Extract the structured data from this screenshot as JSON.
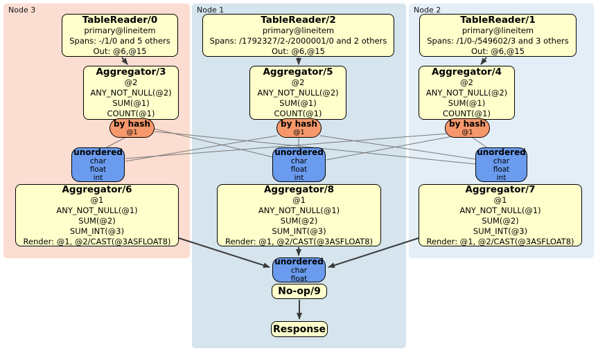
{
  "nodes": [
    {
      "label": "Node 3",
      "table_reader": {
        "title": "TableReader/0",
        "index": "primary@lineitem",
        "spans": "Spans: -/1/0 and 5 others",
        "out": "Out: @6,@15"
      },
      "aggregator_top": {
        "title": "Aggregator/3",
        "group": "@2",
        "agg1": "ANY_NOT_NULL(@2)",
        "agg2": "SUM(@1)",
        "agg3": "COUNT(@1)"
      },
      "router": {
        "label": "by hash",
        "arg": "@1"
      },
      "sync": {
        "label": "unordered",
        "col1": "char",
        "col2": "float",
        "col3": "int"
      },
      "aggregator_bottom": {
        "title": "Aggregator/6",
        "group": "@1",
        "agg1": "ANY_NOT_NULL(@1)",
        "agg2": "SUM(@2)",
        "agg3": "SUM_INT(@3)",
        "render": "Render: @1, @2/CAST(@3ASFLOAT8)"
      }
    },
    {
      "label": "Node 1",
      "table_reader": {
        "title": "TableReader/2",
        "index": "primary@lineitem",
        "spans": "Spans: /1792327/2-/2000001/0 and 2 others",
        "out": "Out: @6,@15"
      },
      "aggregator_top": {
        "title": "Aggregator/5",
        "group": "@2",
        "agg1": "ANY_NOT_NULL(@2)",
        "agg2": "SUM(@1)",
        "agg3": "COUNT(@1)"
      },
      "router": {
        "label": "by hash",
        "arg": "@1"
      },
      "sync": {
        "label": "unordered",
        "col1": "char",
        "col2": "float",
        "col3": "int"
      },
      "aggregator_bottom": {
        "title": "Aggregator/8",
        "group": "@1",
        "agg1": "ANY_NOT_NULL(@1)",
        "agg2": "SUM(@2)",
        "agg3": "SUM_INT(@3)",
        "render": "Render: @1, @2/CAST(@3ASFLOAT8)"
      }
    },
    {
      "label": "Node 2",
      "table_reader": {
        "title": "TableReader/1",
        "index": "primary@lineitem",
        "spans": "Spans: /1/0-/549602/3 and 3 others",
        "out": "Out: @6,@15"
      },
      "aggregator_top": {
        "title": "Aggregator/4",
        "group": "@2",
        "agg1": "ANY_NOT_NULL(@2)",
        "agg2": "SUM(@1)",
        "agg3": "COUNT(@1)"
      },
      "router": {
        "label": "by hash",
        "arg": "@1"
      },
      "sync": {
        "label": "unordered",
        "col1": "char",
        "col2": "float",
        "col3": "int"
      },
      "aggregator_bottom": {
        "title": "Aggregator/7",
        "group": "@1",
        "agg1": "ANY_NOT_NULL(@1)",
        "agg2": "SUM(@2)",
        "agg3": "SUM_INT(@3)",
        "render": "Render: @1, @2/CAST(@3ASFLOAT8)"
      }
    }
  ],
  "final_stage": {
    "sync": {
      "label": "unordered",
      "col1": "char",
      "col2": "float"
    },
    "noop_label": "No-op/9",
    "response_label": "Response"
  },
  "colors": {
    "region-node3": "#fbddd1",
    "region-node1": "#d5e4ed",
    "region-node2": "#e4eef7",
    "box-yellow": "#ffffcc",
    "router-orange": "#f6986b",
    "sync-blue": "#6a9bee",
    "edge-gray": "#777777",
    "arrow-dark": "#3a3a3a"
  }
}
